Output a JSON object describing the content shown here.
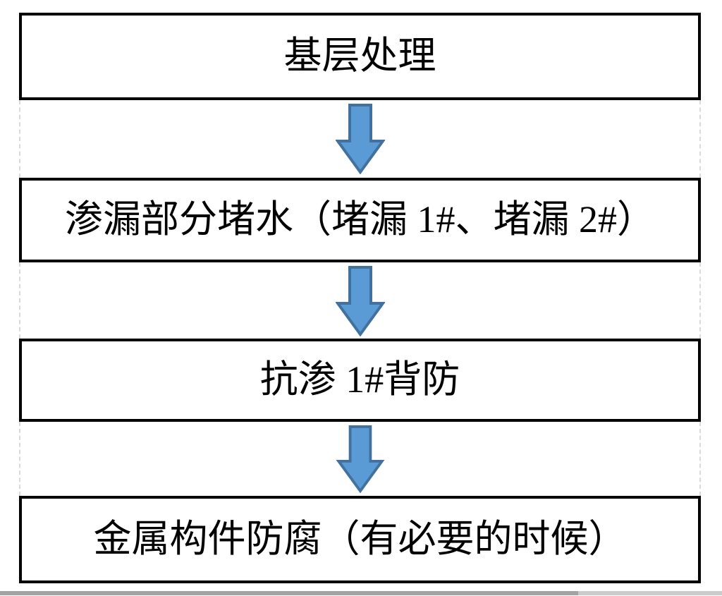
{
  "flowchart": {
    "title": "waterproofing-process-flow",
    "steps": [
      {
        "label": "基层处理"
      },
      {
        "label": "渗漏部分堵水（堵漏 1#、堵漏 2#）"
      },
      {
        "label": "抗渗 1#背防"
      },
      {
        "label": "金属构件防腐（有必要的时候）"
      }
    ],
    "arrow": {
      "icon": "down-arrow",
      "direction": "down",
      "fill": "#5B9BD5",
      "stroke": "#41719C"
    },
    "style": {
      "box_border_color": "#000000",
      "gap_guide_color": "#d9d9d9",
      "text_color": "#000000"
    }
  },
  "scrollbar": {
    "orientation": "horizontal",
    "thumb_color": "#a3a3a3",
    "track_color": "#cbcbcb"
  }
}
